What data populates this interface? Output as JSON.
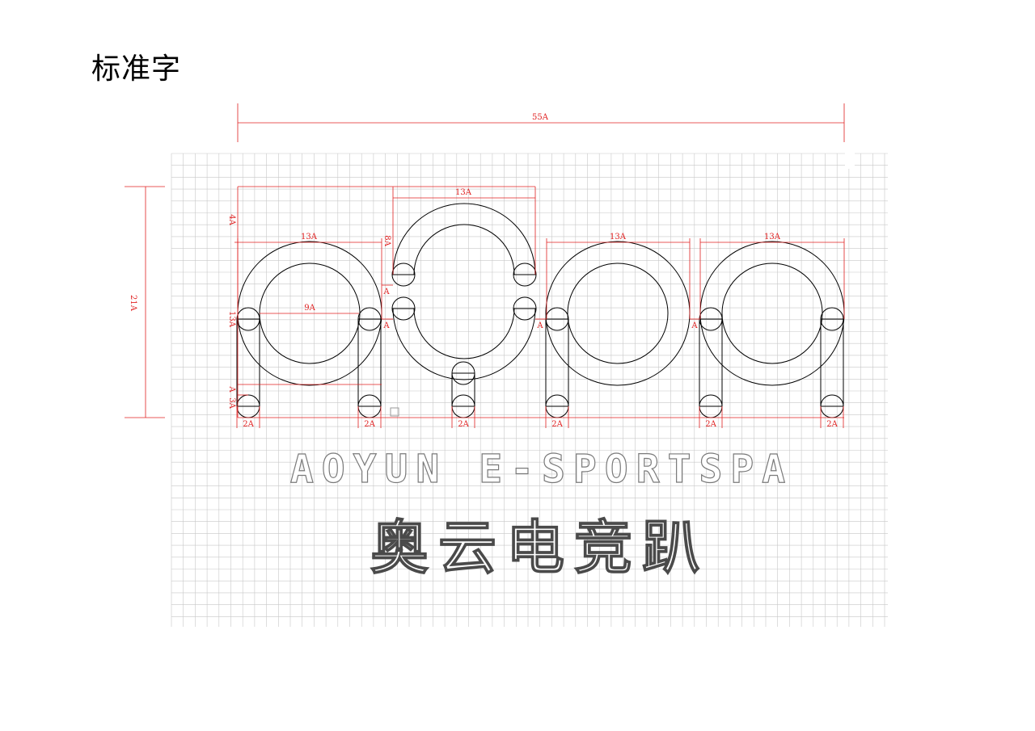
{
  "page": {
    "title": "标准字"
  },
  "dimensions": {
    "total_width": "55A",
    "total_height": "21A",
    "letter_width": "13A",
    "top_offset": "4A",
    "o_arch_height": "8A",
    "inner_diameter": "9A",
    "left_height": "13A",
    "gap_small": "A",
    "bottom_a": "A",
    "bottom_3a": "3A",
    "leg_width": "2A"
  },
  "wordmark": {
    "english": "AOYUN E-SPORTSPA",
    "chinese": "奥云电竞趴"
  },
  "colors": {
    "dimension_lines": "#e02020",
    "grid": "#c8c8c8",
    "construction": "#000000",
    "outline_text": "#888888"
  }
}
